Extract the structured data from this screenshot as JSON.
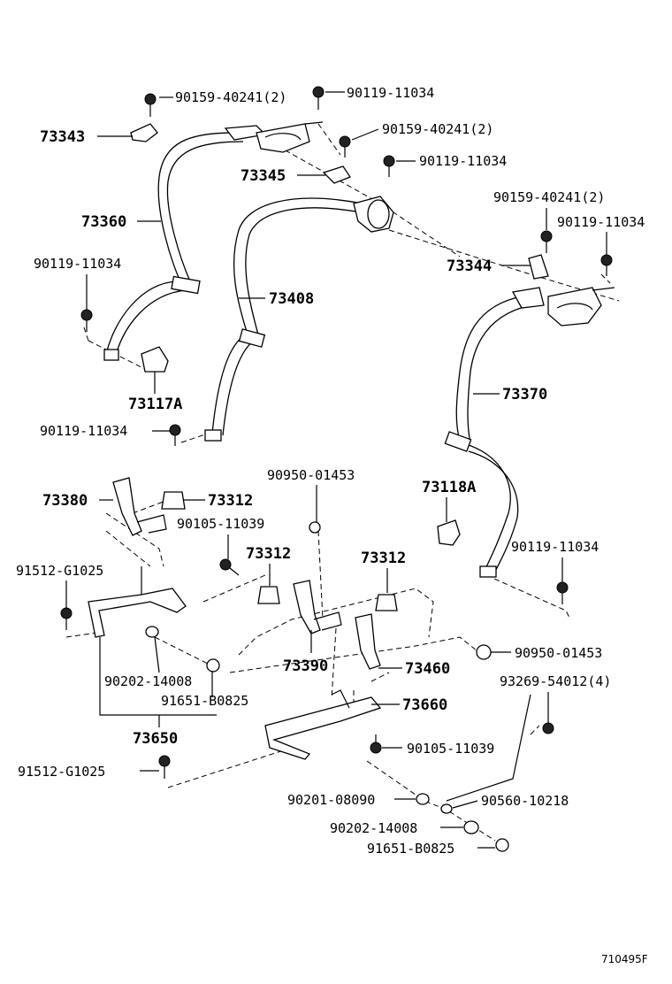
{
  "labels": {
    "p90159_a": "90159-40241(2)",
    "p90119_a": "90119-11034",
    "p73343": "73343",
    "p90159_b": "90159-40241(2)",
    "p90119_b": "90119-11034",
    "p73345": "73345",
    "p90159_c": "90159-40241(2)",
    "p90119_c": "90119-11034",
    "p73360": "73360",
    "p73344": "73344",
    "p90119_d": "90119-11034",
    "p73408": "73408",
    "p73117A": "73117A",
    "p73370": "73370",
    "p90119_e": "90119-11034",
    "p90950_a": "90950-01453",
    "p73380": "73380",
    "p73312_a": "73312",
    "p73118A": "73118A",
    "p90105_a": "90105-11039",
    "p91512_a": "91512-G1025",
    "p73312_b": "73312",
    "p73312_c": "73312",
    "p90119_f": "90119-11034",
    "p90950_b": "90950-01453",
    "p73390": "73390",
    "p73460": "73460",
    "p90202_a": "90202-14008",
    "p93269": "93269-54012(4)",
    "p91651_a": "91651-B0825",
    "p73660": "73660",
    "p73650": "73650",
    "p90105_b": "90105-11039",
    "p91512_b": "91512-G1025",
    "p90201": "90201-08090",
    "p90560": "90560-10218",
    "p90202_b": "90202-14008",
    "p91651_b": "91651-B0825",
    "diagram_code": "710495F"
  }
}
